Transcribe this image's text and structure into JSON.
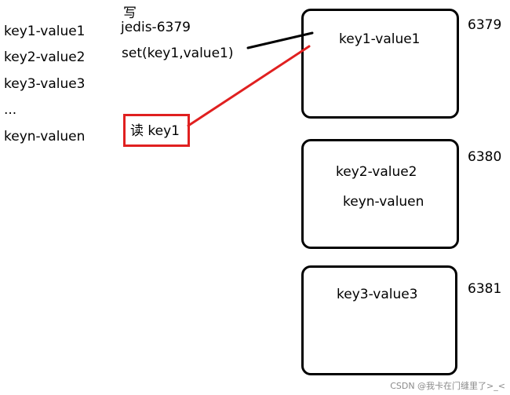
{
  "left_list": {
    "items": [
      "key1-value1",
      "key2-value2",
      "key3-value3",
      "...",
      "keyn-valuen"
    ]
  },
  "write_block": {
    "label": "写",
    "target": "jedis-6379",
    "command": "set(key1,value1)"
  },
  "read_block": {
    "label": "读 key1"
  },
  "nodes": [
    {
      "port": "6379",
      "values": [
        "key1-value1"
      ]
    },
    {
      "port": "6380",
      "values": [
        "key2-value2",
        "keyn-valuen"
      ]
    },
    {
      "port": "6381",
      "values": [
        "key3-value3"
      ]
    }
  ],
  "colors": {
    "write_arrow": "#000000",
    "read_arrow": "#e02020",
    "read_box_border": "#e02020"
  },
  "watermark": "CSDN @我卡在门缝里了>_<"
}
